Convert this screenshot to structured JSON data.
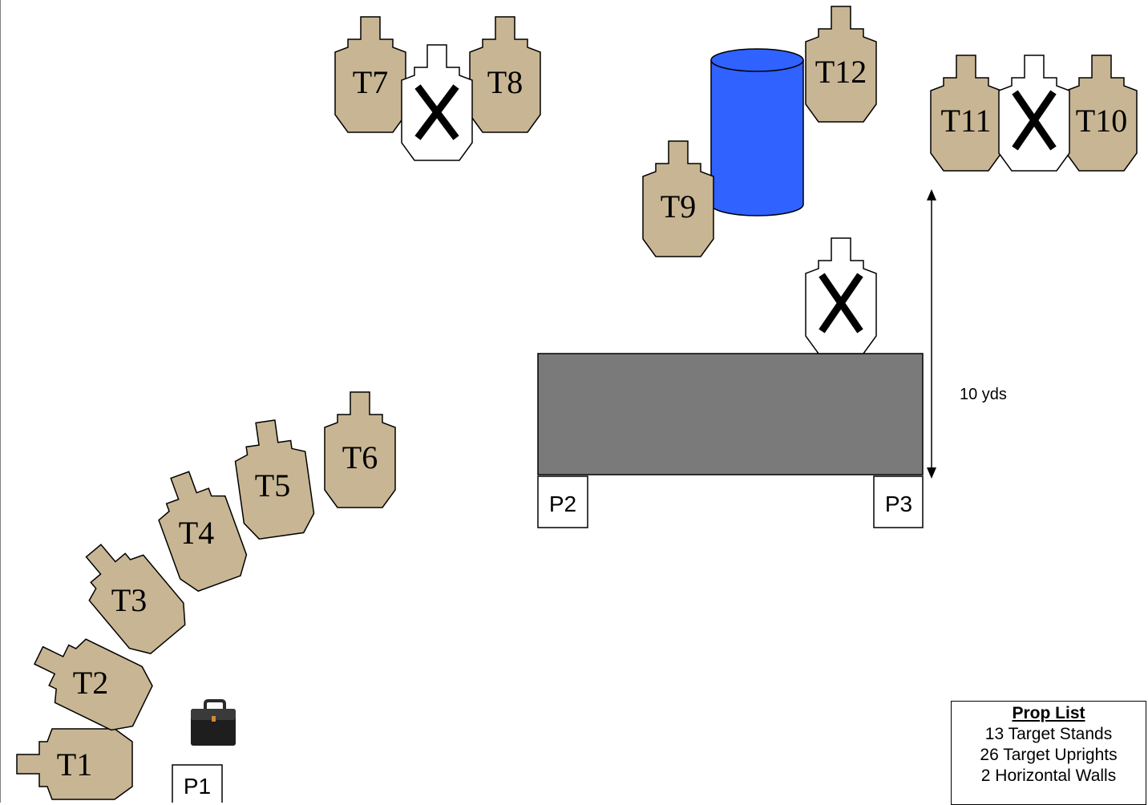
{
  "colors": {
    "target_fill": "#c8b593",
    "no_shoot_fill": "#ffffff",
    "barrel_fill": "#2f62ff",
    "wall_fill": "#7a7a7a",
    "outline": "#000000"
  },
  "targets": [
    {
      "label": "T1"
    },
    {
      "label": "T2"
    },
    {
      "label": "T3"
    },
    {
      "label": "T4"
    },
    {
      "label": "T5"
    },
    {
      "label": "T6"
    },
    {
      "label": "T7"
    },
    {
      "label": "T8"
    },
    {
      "label": "T9"
    },
    {
      "label": "T10"
    },
    {
      "label": "T11"
    },
    {
      "label": "T12"
    }
  ],
  "positions": [
    {
      "label": "P1"
    },
    {
      "label": "P2"
    },
    {
      "label": "P3"
    }
  ],
  "distance_label": "10 yds",
  "props": {
    "title": "Prop List",
    "items": [
      "13 Target Stands",
      "26 Target Uprights",
      "2 Horizontal Walls"
    ]
  },
  "icons": [
    "briefcase-icon",
    "barrel-icon",
    "no-shoot-target-icon"
  ]
}
